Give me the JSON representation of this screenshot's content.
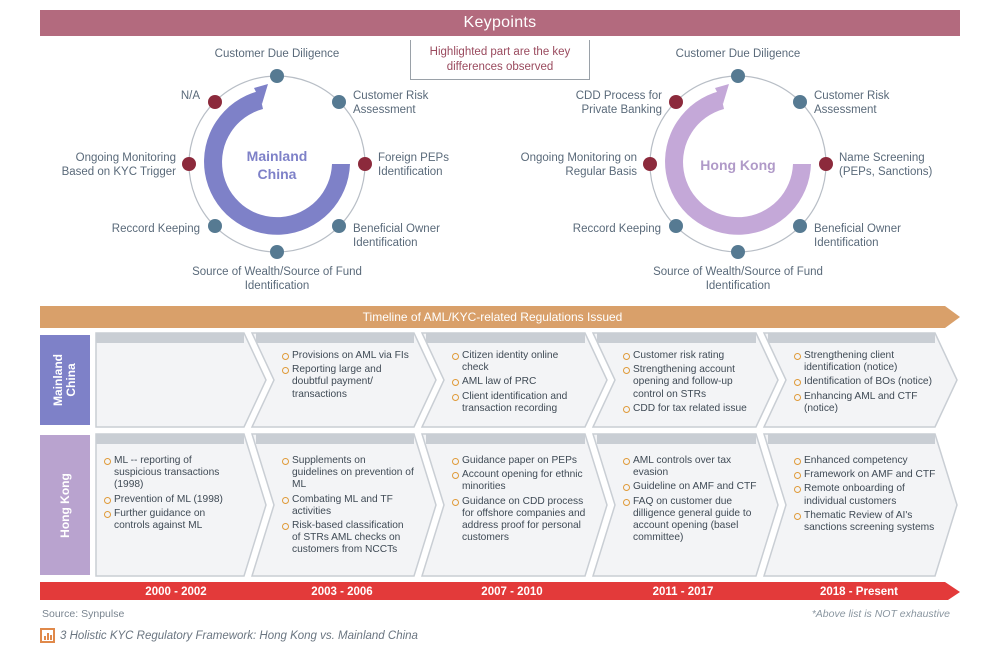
{
  "title": "Keypoints",
  "note": "Highlighted part are the key differences observed",
  "colors": {
    "title_bar": "#b36a7e",
    "mainland_ring": "#7e81c8",
    "hongkong_ring": "#c4a8d8",
    "blue_dot": "#567a92",
    "red_dot": "#8c2a3c",
    "timeline_bar": "#d9a06a",
    "row_mainland": "#7e81c8",
    "row_hongkong": "#b9a3cf",
    "years_bar": "#e33a3a"
  },
  "mainland": {
    "center": "Mainland China",
    "top": "Customer Due Diligence",
    "top_left": "N/A",
    "top_right": "Customer Risk Assessment",
    "left": "Ongoing Monitoring Based on KYC Trigger",
    "right": "Foreign PEPs Identification",
    "bottom_left": "Reccord Keeping",
    "bottom_right": "Beneficial Owner Identification",
    "bottom": "Source of Wealth/Source of Fund Identification"
  },
  "hongkong": {
    "center": "Hong Kong",
    "top": "Customer Due Diligence",
    "top_left": "CDD Process for Private Banking",
    "top_right": "Customer Risk Assessment",
    "left": "Ongoing Monitoring on Regular Basis",
    "right": "Name Screening (PEPs, Sanctions)",
    "bottom_left": "Reccord Keeping",
    "bottom_right": "Beneficial Owner Identification",
    "bottom": "Source of Wealth/Source of Fund Identification"
  },
  "timeline_title": "Timeline of AML/KYC-related Regulations Issued",
  "rows": {
    "mainland_label": "Mainland China",
    "hongkong_label": "Hong Kong"
  },
  "mainland_periods": [
    [],
    [
      "Provisions on AML via FIs",
      "Reporting large and doubtful payment/ transactions"
    ],
    [
      "Citizen identity online check",
      "AML law of PRC",
      "Client identification and transaction recording"
    ],
    [
      "Customer risk rating",
      "Strengthening account opening and follow-up control on STRs",
      "CDD for tax related issue"
    ],
    [
      "Strengthening client identification (notice)",
      "Identification of BOs (notice)",
      "Enhancing AML and CTF (notice)"
    ]
  ],
  "hongkong_periods": [
    [
      "ML -- reporting of suspicious transactions (1998)",
      "Prevention of ML (1998)",
      "Further guidance on controls against ML"
    ],
    [
      "Supplements on guidelines on prevention of ML",
      "Combating ML and TF activities",
      "Risk-based classification of STRs AML checks on customers from NCCTs"
    ],
    [
      "Guidance paper on PEPs",
      "Account opening for ethnic minorities",
      "Guidance on CDD process for offshore companies and address proof for personal customers"
    ],
    [
      "AML controls over tax evasion",
      "Guideline on AMF and CTF",
      "FAQ on customer due dilligence general guide to account opening (basel committee)"
    ],
    [
      "Enhanced competency",
      "Framework on AMF and CTF",
      "Remote onboarding of individual customers",
      "Thematic Review of AI's sanctions screening systems"
    ]
  ],
  "years": [
    "2000 - 2002",
    "2003 - 2006",
    "2007 - 2010",
    "2011 - 2017",
    "2018 - Present"
  ],
  "source": "Source: Synpulse",
  "disclaimer": "*Above list is NOT exhaustive",
  "caption": "3 Holistic KYC Regulatory Framework: Hong Kong vs. Mainland China"
}
